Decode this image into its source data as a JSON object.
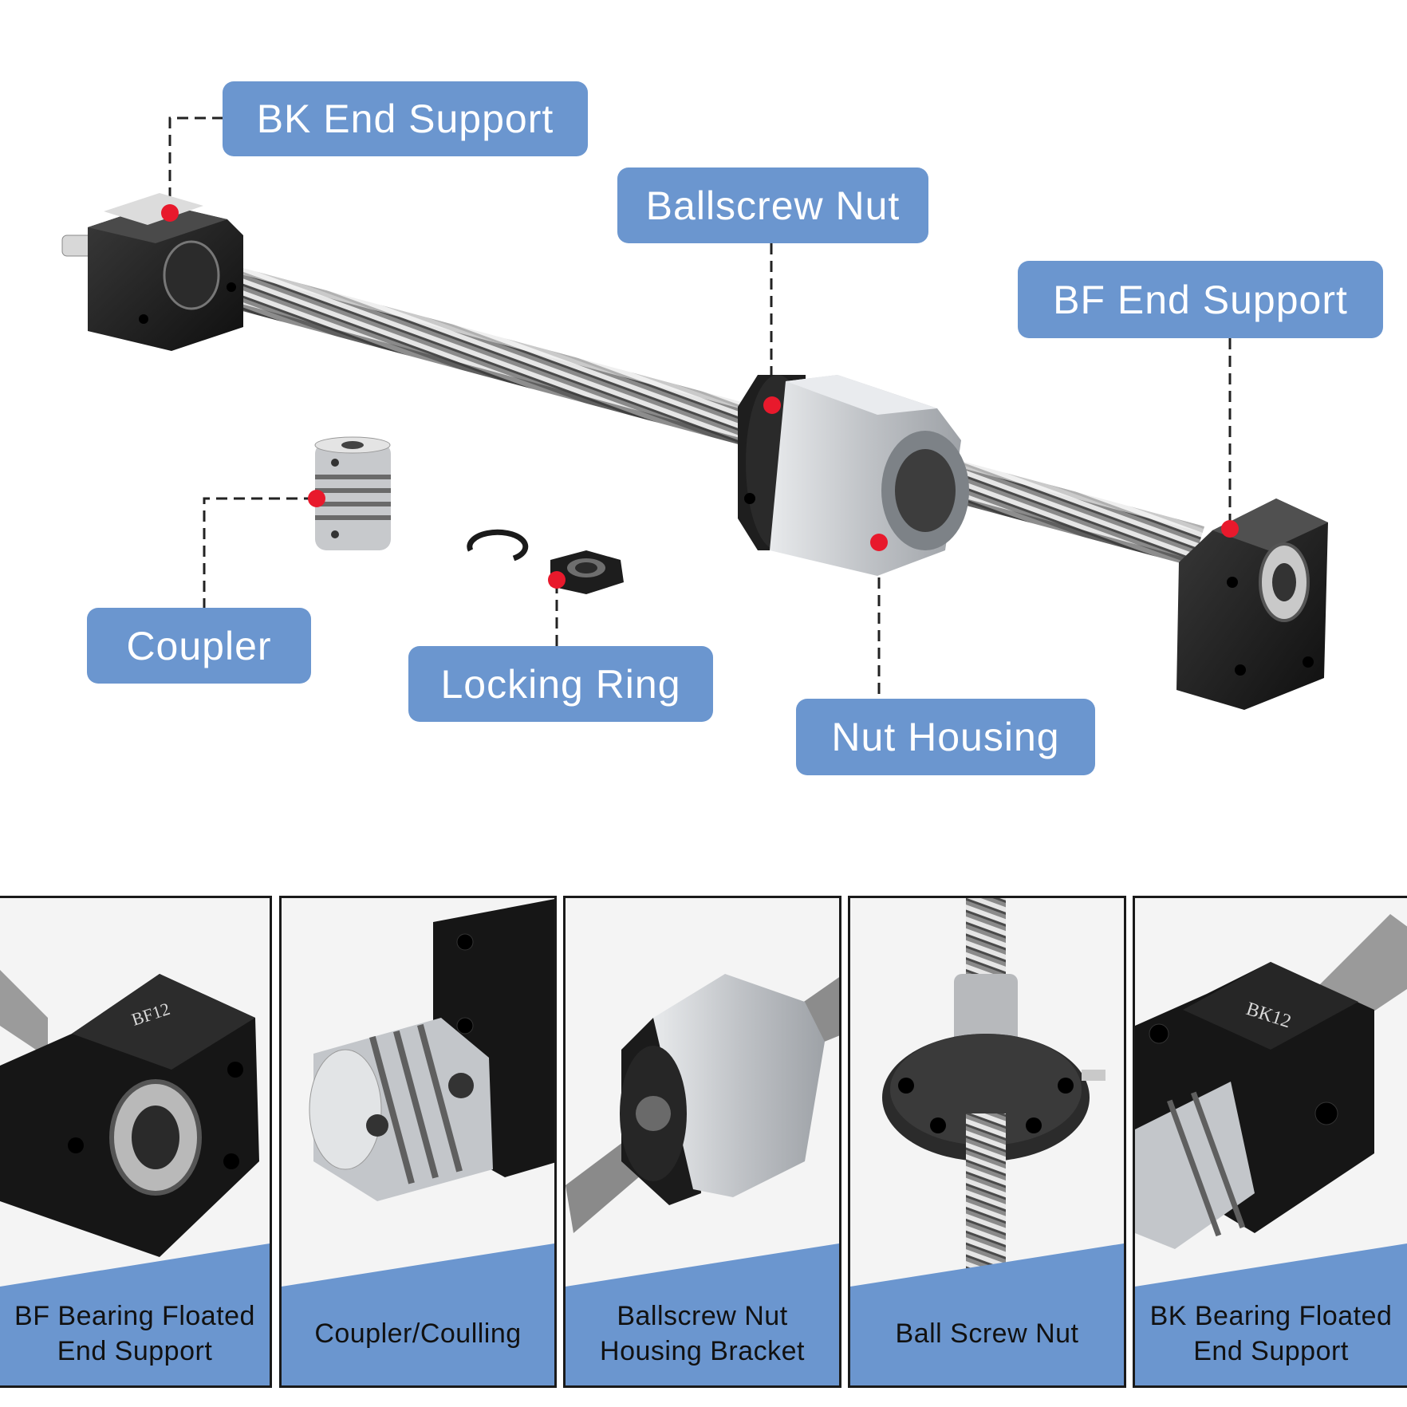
{
  "callouts": {
    "bk_end_support": "BK End Support",
    "ballscrew_nut": "Ballscrew Nut",
    "bf_end_support": "BF End Support",
    "coupler": "Coupler",
    "locking_ring": "Locking Ring",
    "nut_housing": "Nut Housing"
  },
  "part_labels": {
    "bf_block_engraving": "BF12",
    "bk_block_engraving": "BK12"
  },
  "panels": [
    {
      "caption_line1": "BF Bearing Floated",
      "caption_line2": "End Support"
    },
    {
      "caption_line1": "Coupler/Coulling",
      "caption_line2": ""
    },
    {
      "caption_line1": "Ballscrew Nut",
      "caption_line2": "Housing Bracket"
    },
    {
      "caption_line1": "Ball Screw Nut",
      "caption_line2": ""
    },
    {
      "caption_line1": "BK Bearing Floated",
      "caption_line2": "End Support"
    }
  ],
  "colors": {
    "callout_blue": "#6b96cf",
    "marker_red": "#e8192c",
    "block_black": "#1c1c1c",
    "housing_silver": "#c9ccd0"
  }
}
